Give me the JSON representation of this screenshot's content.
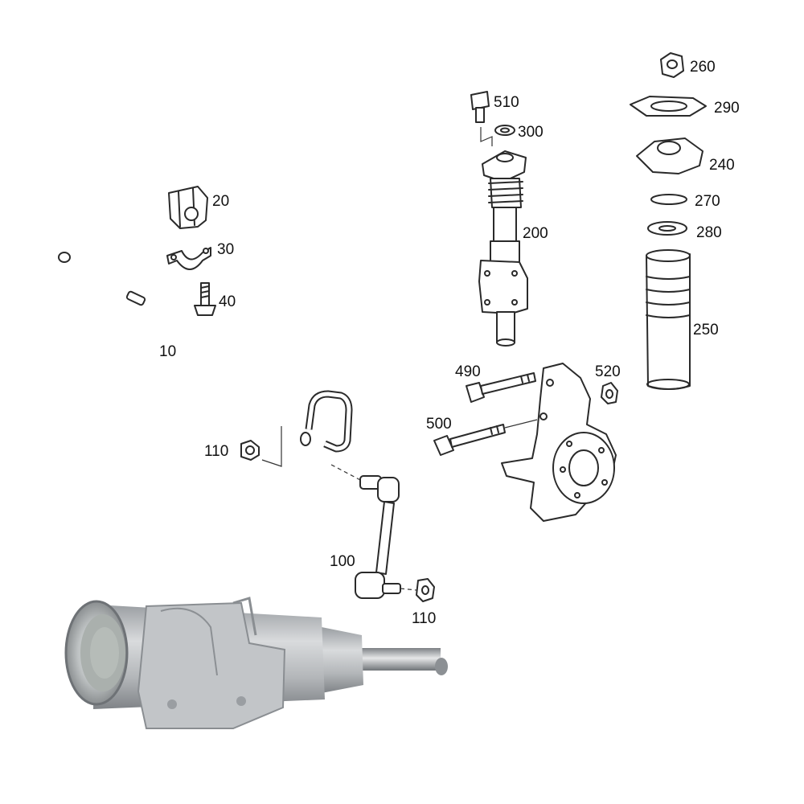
{
  "parts": [
    {
      "id": "p10",
      "number": "10"
    },
    {
      "id": "p20",
      "number": "20"
    },
    {
      "id": "p30",
      "number": "30"
    },
    {
      "id": "p40",
      "number": "40"
    },
    {
      "id": "p100",
      "number": "100"
    },
    {
      "id": "p110a",
      "number": "110"
    },
    {
      "id": "p110b",
      "number": "110"
    },
    {
      "id": "p200",
      "number": "200"
    },
    {
      "id": "p240",
      "number": "240"
    },
    {
      "id": "p250",
      "number": "250"
    },
    {
      "id": "p260",
      "number": "260"
    },
    {
      "id": "p270",
      "number": "270"
    },
    {
      "id": "p280",
      "number": "280"
    },
    {
      "id": "p290",
      "number": "290"
    },
    {
      "id": "p300",
      "number": "300"
    },
    {
      "id": "p490",
      "number": "490"
    },
    {
      "id": "p500",
      "number": "500"
    },
    {
      "id": "p510",
      "number": "510"
    },
    {
      "id": "p520",
      "number": "520"
    }
  ],
  "colors": {
    "line": "#2a2a2a",
    "photo_metal": "#b9bcbf",
    "background": "#ffffff"
  }
}
